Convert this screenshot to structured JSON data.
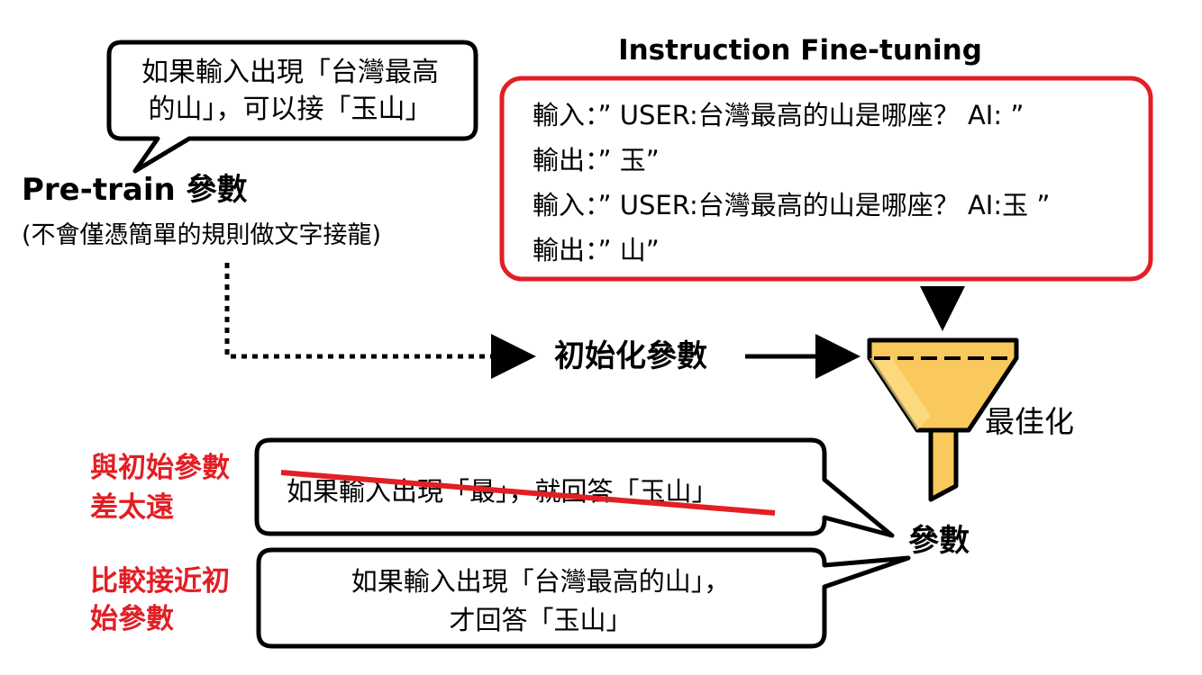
{
  "pretrain_bubble": {
    "line1": "如果輸入出現「台灣最高",
    "line2": "的山」，可以接「玉山」"
  },
  "pretrain": {
    "title": "Pre-train 參數",
    "subtitle": "(不會僅憑簡單的規則做文字接龍)"
  },
  "instruction": {
    "title": "Instruction Fine-tuning",
    "rows": [
      "輸入：”  USER:台灣最高的山是哪座？ AI: ”",
      "輸出：”  玉”",
      "輸入：”  USER:台灣最高的山是哪座？ AI:玉 ”",
      "輸出：”  山”"
    ]
  },
  "init_params": "初始化參數",
  "optimize": "最佳化",
  "params": "參數",
  "bad_option": {
    "label_line1": "與初始參數",
    "label_line2": "差太遠",
    "text": "如果輸入出現「最」，就回答「玉山」"
  },
  "good_option": {
    "label_line1": "比較接近初",
    "label_line2": "始參數",
    "text_line1": "如果輸入出現「台灣最高的山」，",
    "text_line2": "才回答「玉山」"
  },
  "colors": {
    "red": "#e31e24",
    "black": "#000000",
    "funnel_fill": "#f9c95d",
    "funnel_dark": "#f2a93b",
    "funnel_light": "#fde08a"
  }
}
